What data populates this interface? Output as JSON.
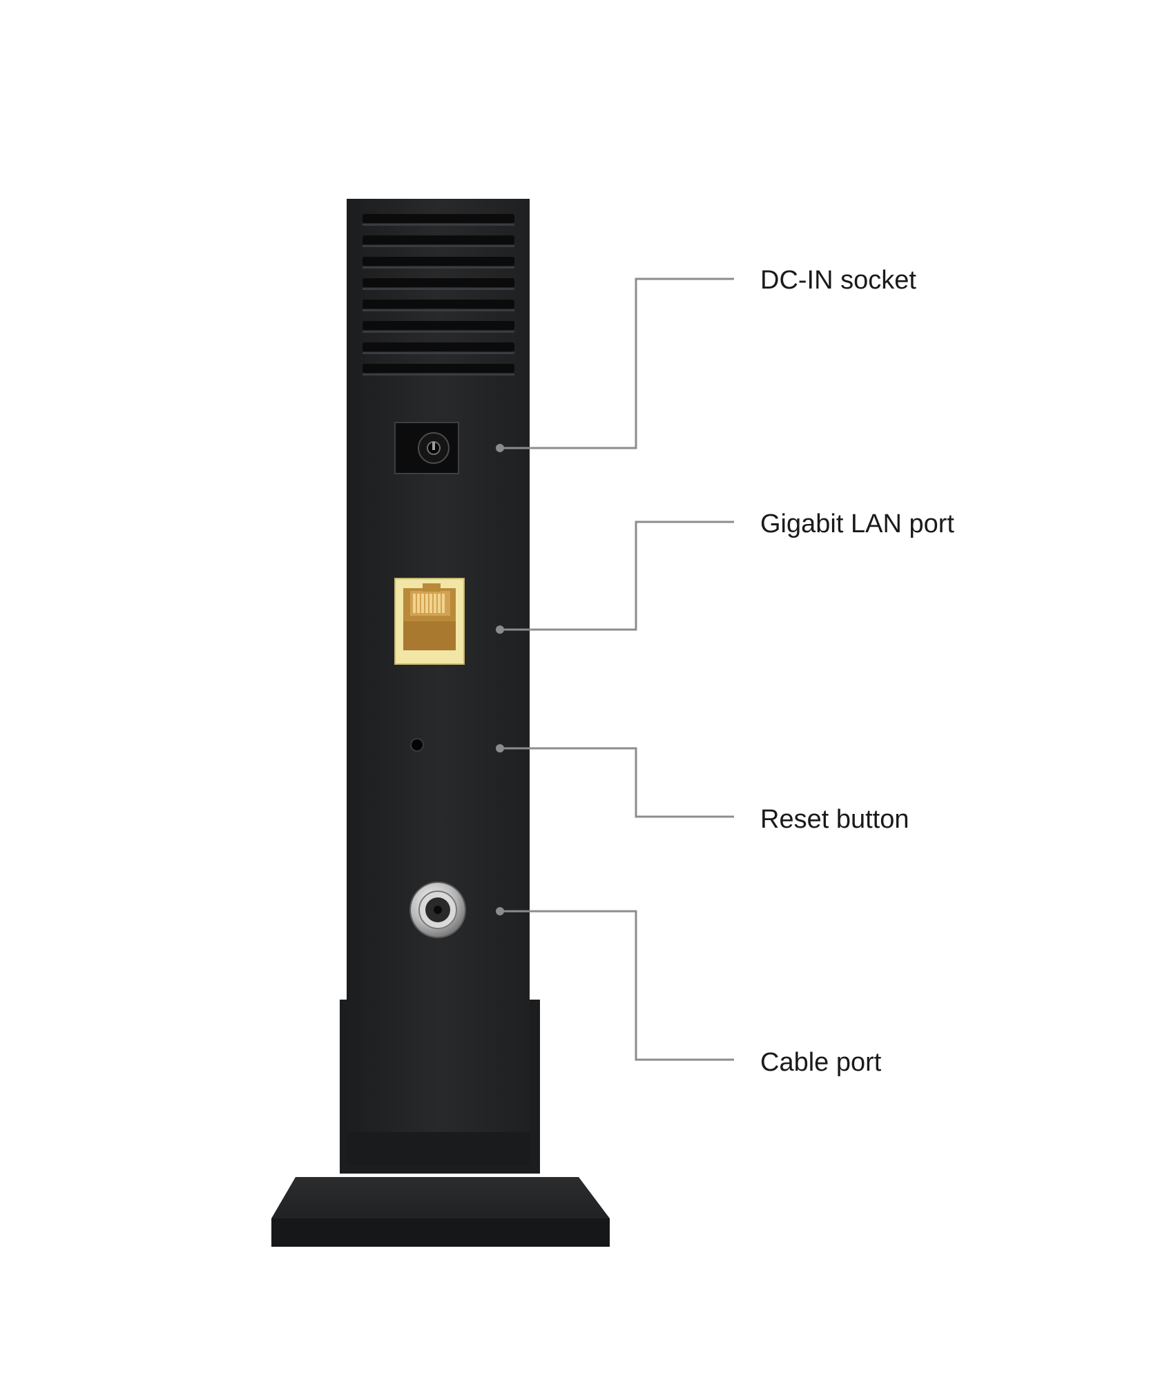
{
  "callouts": [
    {
      "label": "DC-IN socket"
    },
    {
      "label": "Gigabit LAN port"
    },
    {
      "label": "Reset button"
    },
    {
      "label": "Cable port"
    }
  ],
  "icons": [
    "dc-in-socket-icon",
    "ethernet-port-icon",
    "reset-pinhole-icon",
    "coax-cable-port-icon"
  ],
  "colors": {
    "device_body": "#232527",
    "lan_port_frame": "#f2e6a6",
    "lan_port_inner": "#c9973e",
    "callout_line": "#8c8c8c",
    "label_text": "#1a1a1a",
    "coax_metal": "#c8c8c8"
  }
}
